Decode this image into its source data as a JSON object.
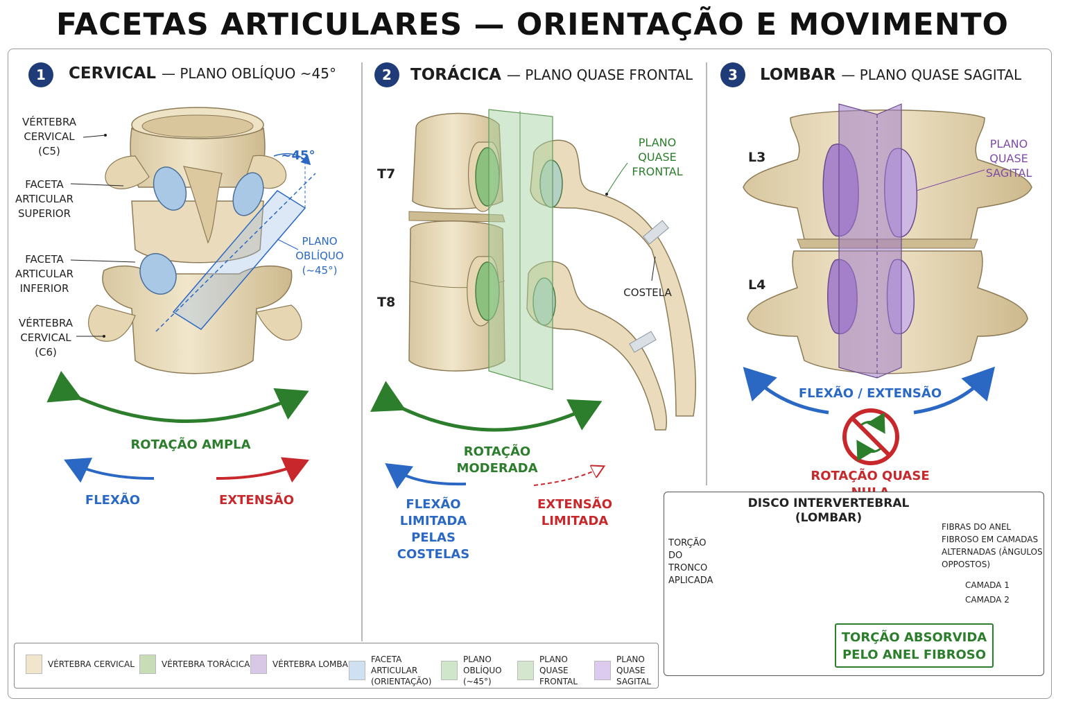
{
  "title": "FACETAS ARTICULARES — ORIENTAÇÃO E MOVIMENTO",
  "colors": {
    "bone": "#efe3c6",
    "bone_shade": "#cdbb92",
    "facet_blue": "#a9c8e6",
    "facet_green": "#8cc07e",
    "facet_purple": "#a985c9",
    "plane_blue": "#9fbce6",
    "plane_green": "#a9d4a3",
    "plane_purple": "#9e7cc9",
    "green": "#2c7d2c",
    "blue": "#2a68c4",
    "red": "#c8282c",
    "navy": "#1f3c78"
  },
  "panels": [
    {
      "number": "1",
      "name": "CERVICAL",
      "plane": "— PLANO OBLÍQUO ~45°",
      "labels": {
        "vertebra_top": "VÉRTEBRA CERVICAL (C5)",
        "facet_superior": "FACETA ARTICULAR SUPERIOR",
        "facet_inferior": "FACETA ARTICULAR INFERIOR",
        "vertebra_bottom": "VÉRTEBRA CERVICAL (C6)",
        "angle": "~45°",
        "plane": "PLANO OBLÍQUO (~45°)"
      },
      "movements": {
        "rotation": "ROTAÇÃO AMPLA",
        "flexion": "FLEXÃO",
        "extension": "EXTENSÃO"
      }
    },
    {
      "number": "2",
      "name": "TORÁCICA",
      "plane": "— PLANO QUASE FRONTAL",
      "labels": {
        "upper": "T7",
        "lower": "T8",
        "plane": "PLANO QUASE FRONTAL",
        "rib": "COSTELA"
      },
      "movements": {
        "rotation": "ROTAÇÃO MODERADA",
        "flexion": "FLEXÃO LIMITADA PELAS COSTELAS",
        "extension": "EXTENSÃO LIMITADA"
      }
    },
    {
      "number": "3",
      "name": "LOMBAR",
      "plane": "— PLANO QUASE SAGITAL",
      "labels": {
        "upper": "L3",
        "lower": "L4",
        "plane": "PLANO QUASE SAGITAL"
      },
      "movements": {
        "flex_ext": "FLEXÃO / EXTENSÃO",
        "rotation": "ROTAÇÃO QUASE NULA"
      }
    }
  ],
  "inset": {
    "title": "DISCO INTERVERTEBRAL (LOMBAR)",
    "torsion": "TORÇÃO DO TRONCO APLICADA",
    "fibers": "FIBRAS DO ANEL FIBROSO EM CAMADAS ALTERNADAS (ÂNGULOS OPPOSTOS)",
    "layer1": "CAMADA 1",
    "layer2": "CAMADA 2",
    "absorbed": "TORÇÃO ABSORVIDA PELO ANEL FIBROSO"
  },
  "legend": [
    {
      "label": "VÉRTEBRA CERVICAL",
      "color": "#f1e5cc"
    },
    {
      "label": "VÉRTEBRA TORÁCICA",
      "color": "#c9dcb8"
    },
    {
      "label": "VÉRTEBRA LOMBAR",
      "color": "#d8c8e6"
    },
    {
      "label": "FACETA ARTICULAR (ORIENTAÇÃO)",
      "color": "#cfe0f1"
    },
    {
      "label": "PLANO OBLÍQUO (~45°)",
      "color": "#cfe6cb"
    },
    {
      "label": "PLANO QUASE FRONTAL",
      "color": "#d4e6cd"
    },
    {
      "label": "PLANO QUASE SAGITAL",
      "color": "#dccbee"
    }
  ]
}
